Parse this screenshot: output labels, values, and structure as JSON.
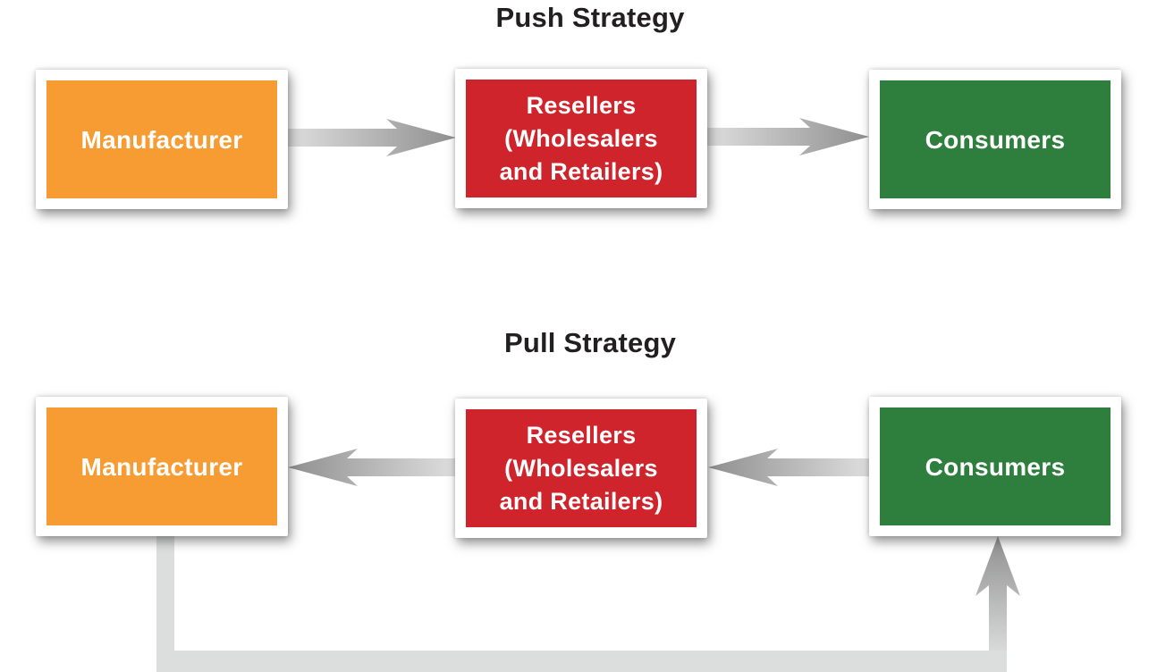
{
  "push": {
    "title": "Push Strategy",
    "manufacturer_label": "Manufacturer",
    "resellers_label": "Resellers\n(Wholesalers\nand Retailers)",
    "consumers_label": "Consumers"
  },
  "pull": {
    "title": "Pull Strategy",
    "manufacturer_label": "Manufacturer",
    "resellers_label": "Resellers\n(Wholesalers\nand Retailers)",
    "consumers_label": "Consumers"
  },
  "colors": {
    "manufacturer_fill": "#F79C33",
    "resellers_fill": "#D0242C",
    "consumers_fill": "#2E7F3E",
    "title_text": "#231F20",
    "box_text": "#FFFFFF",
    "arrow_light": "#DEDEDE",
    "arrow_dark": "#8F8F8F",
    "loop_line": "#DCDEDD"
  }
}
